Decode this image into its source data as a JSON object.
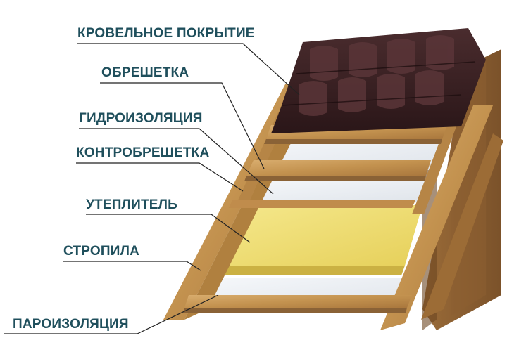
{
  "diagram": {
    "labels": {
      "roofing": "КРОВЕЛЬНОЕ ПОКРЫТИЕ",
      "battens": "ОБРЕШЕТКА",
      "waterproofing": "ГИДРОИЗОЛЯЦИЯ",
      "counter_battens": "КОНТРОБРЕШЕТКА",
      "insulation": "УТЕПЛИТЕЛЬ",
      "rafters": "СТРОПИЛА",
      "vapor_barrier": "ПАРОИЗОЛЯЦИЯ"
    },
    "colors": {
      "label_text": "#1f4f5c",
      "leader_line": "#222222",
      "wood": "#c89a5c",
      "wood_dark": "#8a6236",
      "tile": "#3a2224",
      "insulation": "#f2e27a",
      "membrane": "#eef1f5"
    }
  }
}
